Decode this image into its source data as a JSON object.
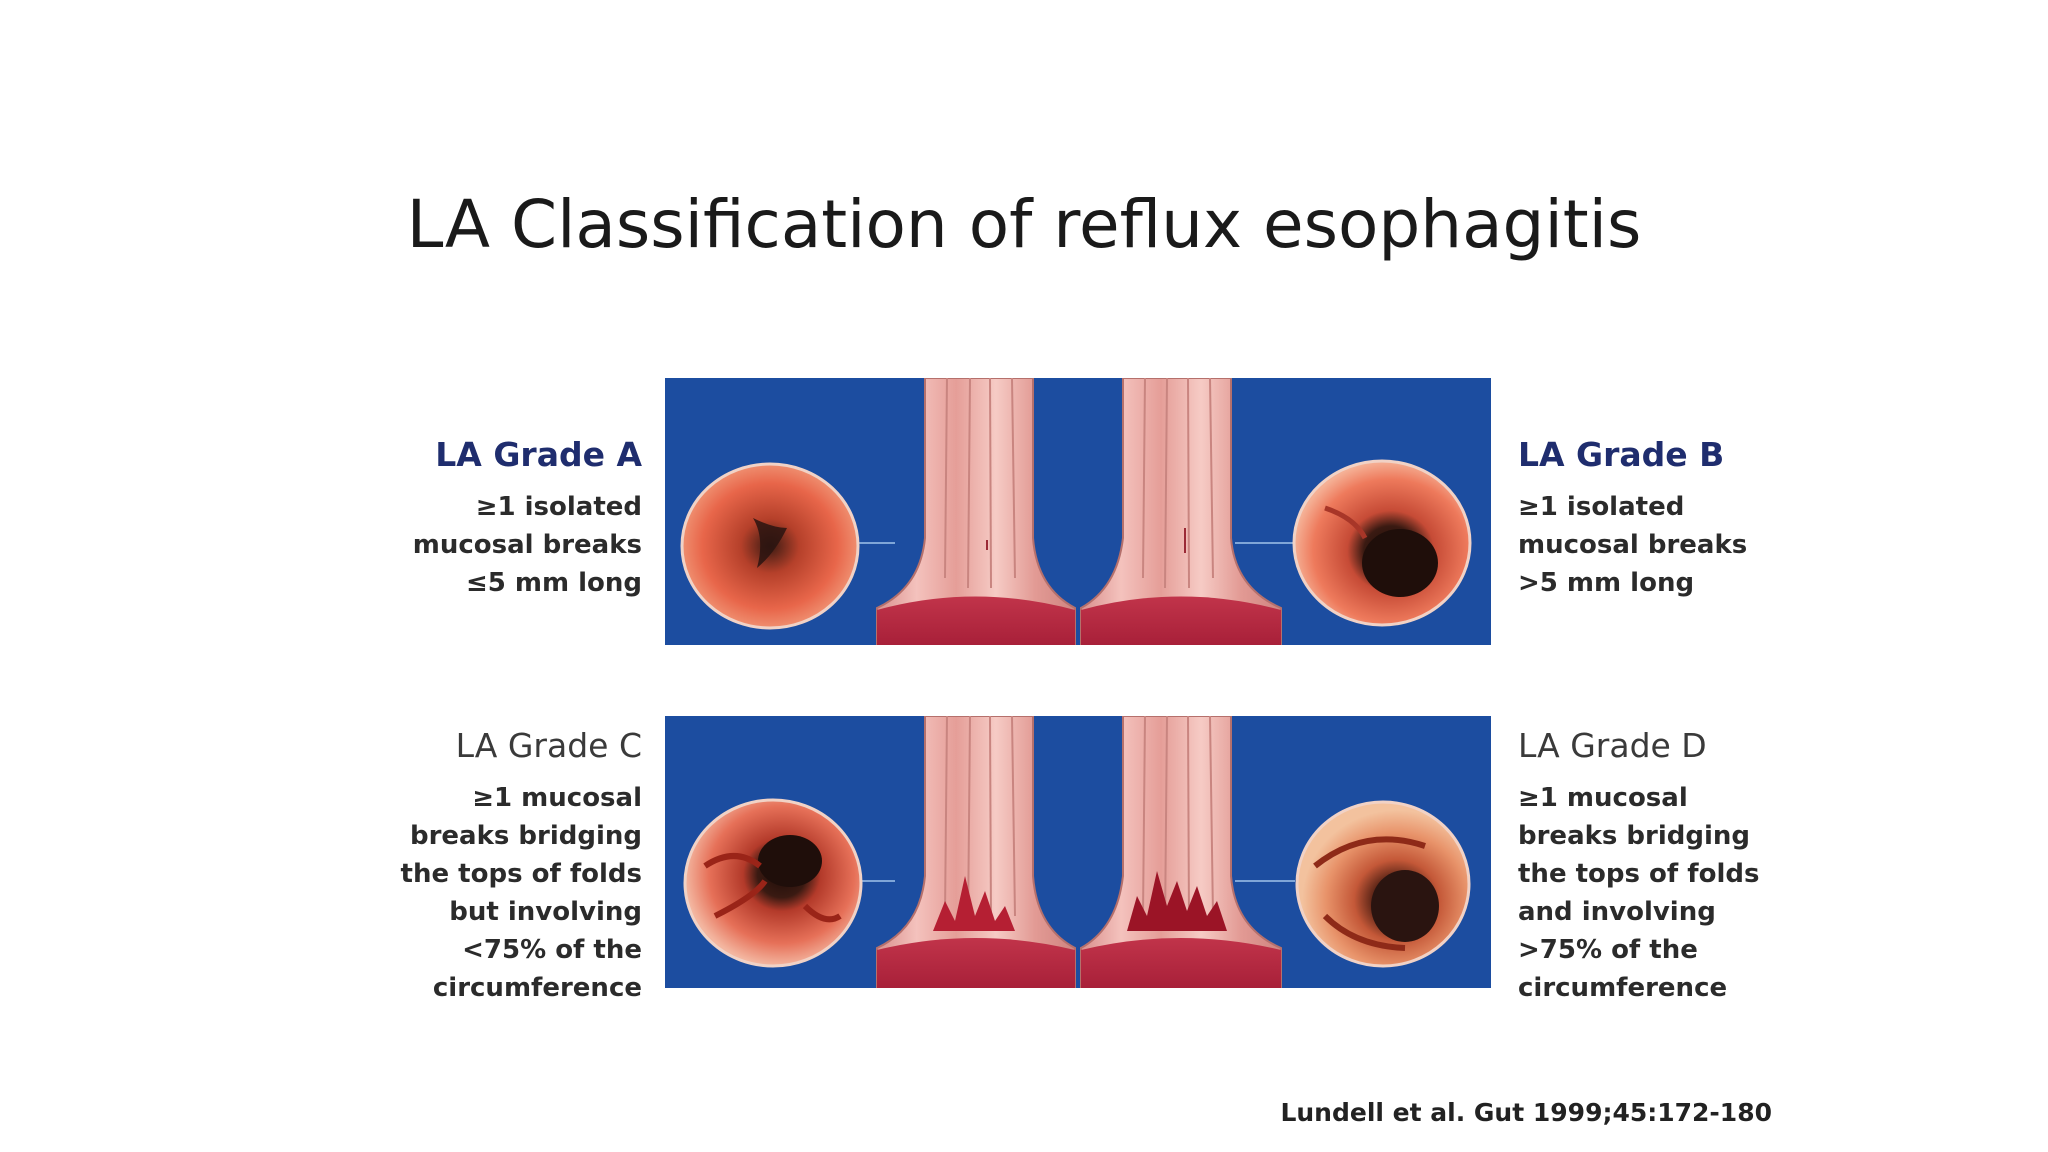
{
  "title": "LA Classification of reflux esophagitis",
  "grades": {
    "a": {
      "title": "LA Grade A",
      "description": "≥1 isolated mucosal breaks ≤5 mm long"
    },
    "b": {
      "title": "LA Grade B",
      "description": "≥1 isolated mucosal breaks >5 mm long"
    },
    "c": {
      "title": "LA Grade C",
      "description": "≥1 mucosal breaks bridging the tops of folds but involving <75% of the circumference"
    },
    "d": {
      "title": "LA Grade D",
      "description": "≥1 mucosal breaks bridging the tops of folds and involving >75% of the circumference"
    }
  },
  "citation": "Lundell et al. Gut 1999;45:172-180",
  "colors": {
    "panel_background": "#1c4da0",
    "title_blue": "#1f2d6e",
    "mucosa": "#e8a3a0",
    "lumen_dark": "#2a1410"
  }
}
